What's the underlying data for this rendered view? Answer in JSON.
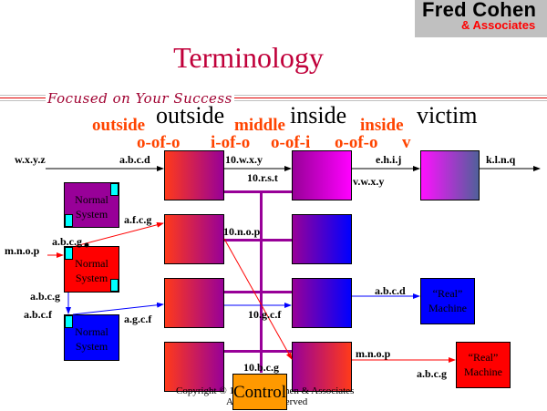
{
  "logo": {
    "name": "Fred Cohen",
    "sub": "& Associates"
  },
  "title": "Terminology",
  "tagline": "Focused on Your Success",
  "headers": {
    "outside_red": "outside",
    "outside_black": "outside",
    "middle_red": "middle",
    "inside_black": "inside",
    "inside_red": "inside",
    "victim_black": "victim",
    "sub_oofo_1": "o-of-o",
    "sub_iofo": "i-of-o",
    "sub_oofi": "o-of-i",
    "sub_oofo_2": "o-of-o",
    "sub_v": "v"
  },
  "labels": {
    "wxyz": "w.x.y.z",
    "abcd_left": "a.b.c.d",
    "tenwxy": "10.w.x.y",
    "tenrst": "10.r.s.t",
    "ehij": "e.h.i.j",
    "vwxy": "v.w.x.y",
    "klnq": "k.l.n.q",
    "afcg": "a.f.c.g",
    "abcg_top": "a.b.c.g",
    "mnop_left": "m.n.o.p",
    "abcg_mid": "a.b.c.g",
    "abcf": "a.b.c.f",
    "agcf": "a.g.c.f",
    "tennop": "10.n.o.p",
    "tengcf": "10.g.c.f",
    "abcd_right": "a.b.c.d",
    "tenbcg": "10.b.c.g",
    "mnop_right": "m.n.o.p",
    "abcg_right": "a.b.c.g"
  },
  "systems": [
    {
      "line1": "Normal",
      "line2": "System",
      "color": "#980098"
    },
    {
      "line1": "Normal",
      "line2": "System",
      "color": "#ff0000"
    },
    {
      "line1": "Normal",
      "line2": "System",
      "color": "#0000ff"
    }
  ],
  "real_machines": [
    {
      "line1": "“Real”",
      "line2": "Machine",
      "color": "#0000ff"
    },
    {
      "line1": "“Real”",
      "line2": "Machine",
      "color": "#ff0000"
    }
  ],
  "control": "Control",
  "copyright": {
    "line1": "Copyright © 1998 Fred Cohen & Associates",
    "line2": "All Rights Reserved"
  },
  "colors": {
    "title": "#c0003a",
    "red_header": "#ff4400",
    "bus": "#980098",
    "control": "#ff9900"
  }
}
